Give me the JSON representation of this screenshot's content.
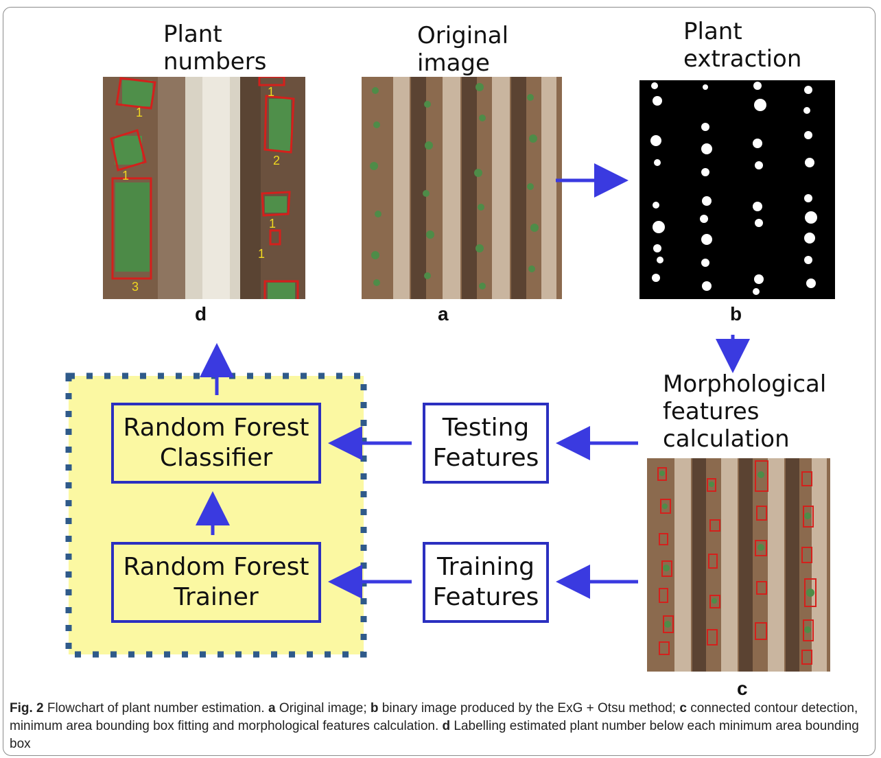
{
  "colors": {
    "arrow": "#3a3ae0",
    "box_border": "#2b2fc0",
    "classifier_region_fill": "#fbf8a2",
    "classifier_region_dots": "#2f5a8a",
    "soil": "#8b6a4e",
    "plant": "#4f8f4a",
    "contour": "#d4201c",
    "count_label": "#f0d820"
  },
  "panels": {
    "d": {
      "title_line1": "Plant",
      "title_line2": "numbers",
      "letter": "d",
      "counts": [
        "1",
        "1",
        "2",
        "1",
        "1",
        "1",
        "3"
      ]
    },
    "a": {
      "title_line1": "Original",
      "title_line2": "image",
      "letter": "a"
    },
    "b": {
      "title_line1": "Plant",
      "title_line2": "extraction",
      "letter": "b"
    },
    "c": {
      "title_line1": "Morphological",
      "title_line2": "features",
      "title_line3": "calculation",
      "letter": "c"
    }
  },
  "boxes": {
    "classifier": {
      "line1": "Random Forest",
      "line2": "Classifier"
    },
    "trainer": {
      "line1": "Random Forest",
      "line2": "Trainer"
    },
    "testing": {
      "line1": "Testing",
      "line2": "Features"
    },
    "training": {
      "line1": "Training",
      "line2": "Features"
    }
  },
  "caption": {
    "fig": "Fig. 2",
    "intro": "  Flowchart of plant number estimation. ",
    "a_letter": "a",
    "a_text": " Original image; ",
    "b_letter": "b",
    "b_text": " binary image produced by the ExG + Otsu method; ",
    "c_letter": "c",
    "c_text": " connected contour detection, minimum area bounding box fitting and morphological features calculation. ",
    "d_letter": "d",
    "d_text": " Labelling estimated plant number below each minimum area bounding box"
  }
}
